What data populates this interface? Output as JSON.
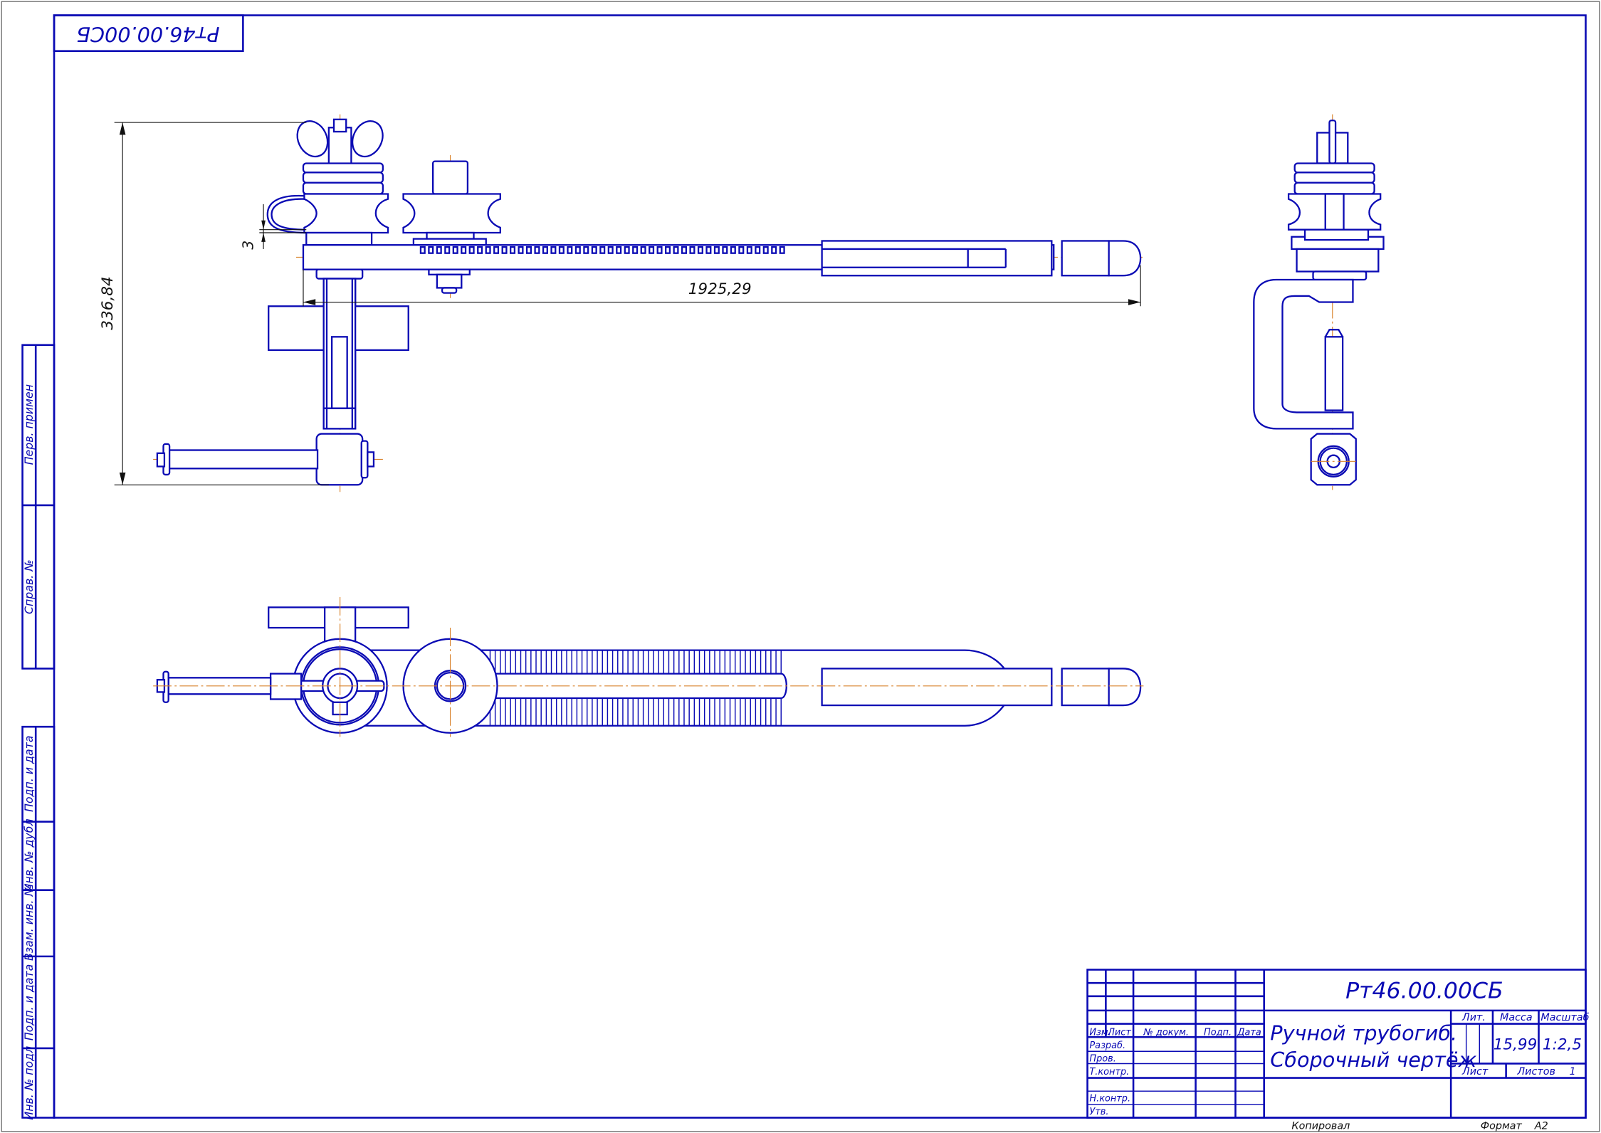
{
  "drawing": {
    "designation": "Рт46.00.00СБ",
    "designation_stamp_top": "Рт46.00.00СБ",
    "title_line1": "Ручной трубогиб.",
    "title_line2": "Сборочный чертёж",
    "dimensions": {
      "height": "336,84",
      "length": "1925,29",
      "gap": "3"
    }
  },
  "title_block": {
    "headers": {
      "izm": "Изм.",
      "list": "Лист",
      "doc_no": "№ докум.",
      "sign": "Подп.",
      "date": "Дата"
    },
    "roles": [
      "Разраб.",
      "Пров.",
      "Т.контр.",
      "",
      "Н.контр.",
      "Утв."
    ],
    "lit_label": "Лит.",
    "mass_label": "Масса",
    "scale_label": "Масштаб",
    "mass_value": "15,99",
    "scale_value": "1:2,5",
    "sheet_label": "Лист",
    "sheets_label": "Листов",
    "sheets_value": "1",
    "copied_label": "Копировал",
    "format_label": "Формат",
    "format_value": "A2"
  },
  "side_margin": {
    "labels": [
      "Перв. примен",
      "Справ. №",
      "Подп. и дата",
      "Инв. № дубл",
      "Взам. инв. №",
      "Подп. и дата",
      "Инв. № подл"
    ]
  },
  "colors": {
    "outline": "#0a0ab4",
    "centerline": "#d9822b",
    "dimension": "#111111"
  }
}
